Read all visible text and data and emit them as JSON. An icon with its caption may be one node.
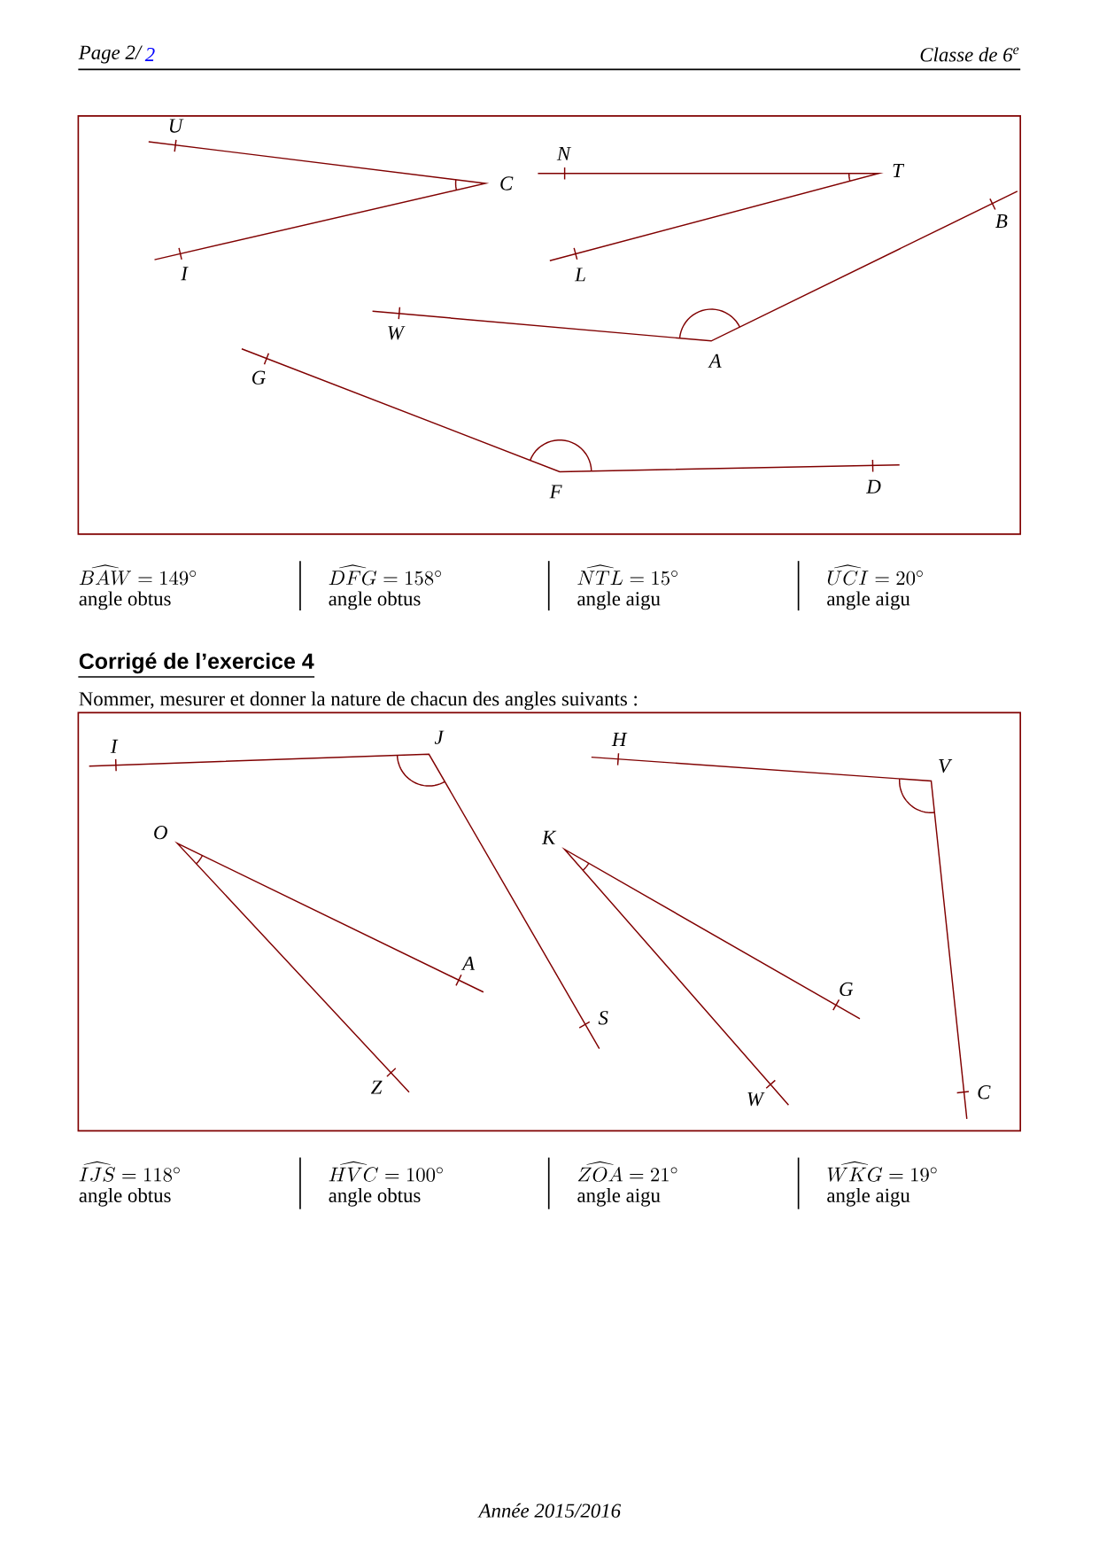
{
  "diagram": {
    "title": "Corrigé de l’exercice 4",
    "labels": [
      "Page 2/",
      "2",
      "Classe de 6$^{e}$",
      "U",
      "N",
      "T",
      "C",
      "B",
      "I",
      "L",
      "W",
      "A",
      "G",
      "F",
      "D",
      "\\widehat{BAW} = 149^{\\circ}",
      "angle obtus",
      "\\widehat{DFG} = 158^{\\circ}",
      "angle obtus",
      "\\widehat{NTL} = 15^{\\circ}",
      "angle aigu",
      "\\widehat{UCI} = 20^{\\circ}",
      "angle aigu",
      "Nommer, mesurer et donner la nature de chacun des angles suivants :",
      "I",
      "J",
      "H",
      "V",
      "O",
      "K",
      "A",
      "G",
      "S",
      "Z",
      "W",
      "C",
      "\\widehat{IJS} = 118^{\\circ}",
      "angle obtus",
      "\\widehat{HVC} = 100^{\\circ}",
      "angle obtus",
      "\\widehat{ZOA} = 21^{\\circ}",
      "angle aigu",
      "\\widehat{WKG} = 19^{\\circ}",
      "angle aigu",
      "Année 2015/2016"
    ]
  }
}
